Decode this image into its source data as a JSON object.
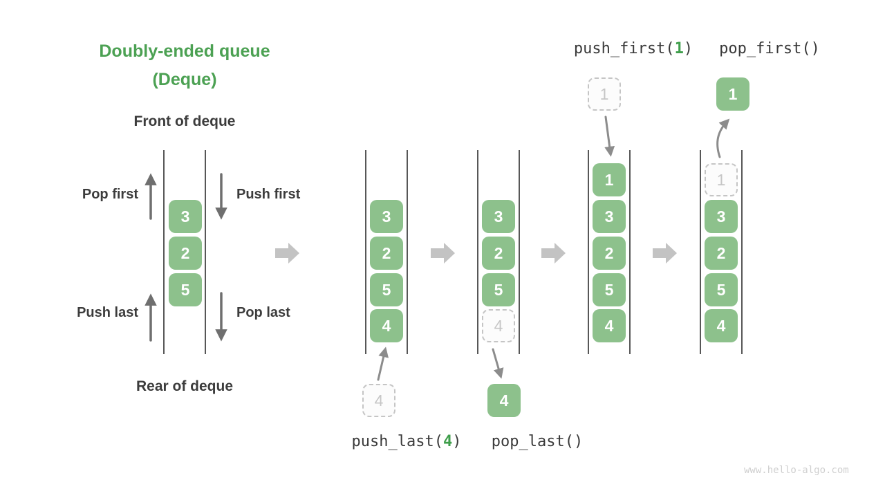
{
  "title": {
    "line1": "Doubly-ended queue",
    "line2": "(Deque)"
  },
  "deque": {
    "front_label": "Front of deque",
    "rear_label": "Rear of deque",
    "pop_first_label": "Pop first",
    "push_first_label": "Push first",
    "push_last_label": "Push last",
    "pop_last_label": "Pop last",
    "values": [
      "3",
      "2",
      "5"
    ]
  },
  "steps": [
    {
      "label": {
        "pre": "push_last(",
        "arg": "4",
        "post": ")"
      },
      "queue": [
        "3",
        "2",
        "5",
        "4"
      ],
      "incoming": "4"
    },
    {
      "label": {
        "pre": "pop_last(",
        "arg": "",
        "post": ")"
      },
      "queue": [
        "3",
        "2",
        "5"
      ],
      "leaving": "4",
      "outgoing": "4"
    },
    {
      "label": {
        "pre": "push_first(",
        "arg": "1",
        "post": ")"
      },
      "queue": [
        "1",
        "3",
        "2",
        "5",
        "4"
      ],
      "incoming": "1"
    },
    {
      "label": {
        "pre": "pop_first(",
        "arg": "",
        "post": ")"
      },
      "queue": [
        "3",
        "2",
        "5",
        "4"
      ],
      "leaving": "1",
      "outgoing": "1"
    }
  ],
  "watermark": "www.hello-algo.com",
  "colors": {
    "title_green": "#4ca153",
    "box_green": "#8dc18c",
    "arg_green": "#3f9e4b",
    "text_dark": "#3c3c3c",
    "channel_line": "#575757",
    "thin_arrow_dark": "#6f6f6f",
    "thin_arrow_gray": "#8c8c8c",
    "big_arrow_gray": "#c3c3c3",
    "ghost_border": "#c5c5c5",
    "ghost_text": "#c6c6c6",
    "watermark_gray": "#cfcfcf"
  }
}
